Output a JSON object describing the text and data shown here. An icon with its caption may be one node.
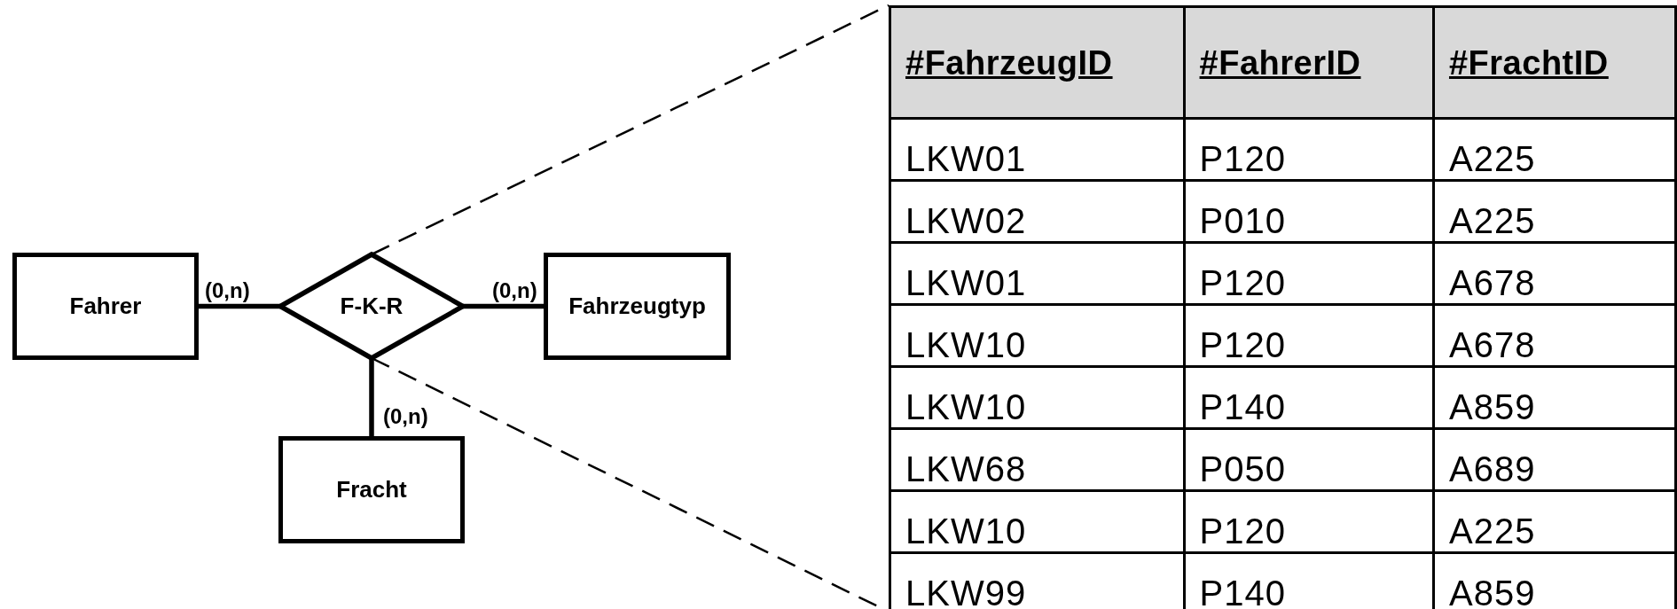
{
  "diagram": {
    "nodes": [
      {
        "text": [
          "Fahrer"
        ]
      },
      {
        "text": [
          "F-K-R"
        ]
      },
      {
        "text": [
          "Fahrzeugtyp"
        ]
      },
      {
        "text": [
          "Fracht"
        ]
      }
    ],
    "edges": [
      {
        "from": 0,
        "to": 1,
        "arrow": "none",
        "label": "(0,n)"
      },
      {
        "from": 1,
        "to": 2,
        "arrow": "none",
        "label": "(0,n)"
      },
      {
        "from": 1,
        "to": 3,
        "arrow": "none",
        "label": "(0,n)"
      }
    ],
    "labels": [
      "#FahrzeugID",
      "#FahrerID",
      "#FrachtID",
      "LKW01",
      "P120",
      "A225",
      "LKW02",
      "P010",
      "A225",
      "LKW01",
      "P120",
      "A678",
      "LKW10",
      "P120",
      "A678",
      "LKW10",
      "P140",
      "A859",
      "LKW68",
      "P050",
      "A689",
      "LKW10",
      "P120",
      "A225",
      "LKW99",
      "P140",
      "A859"
    ]
  }
}
